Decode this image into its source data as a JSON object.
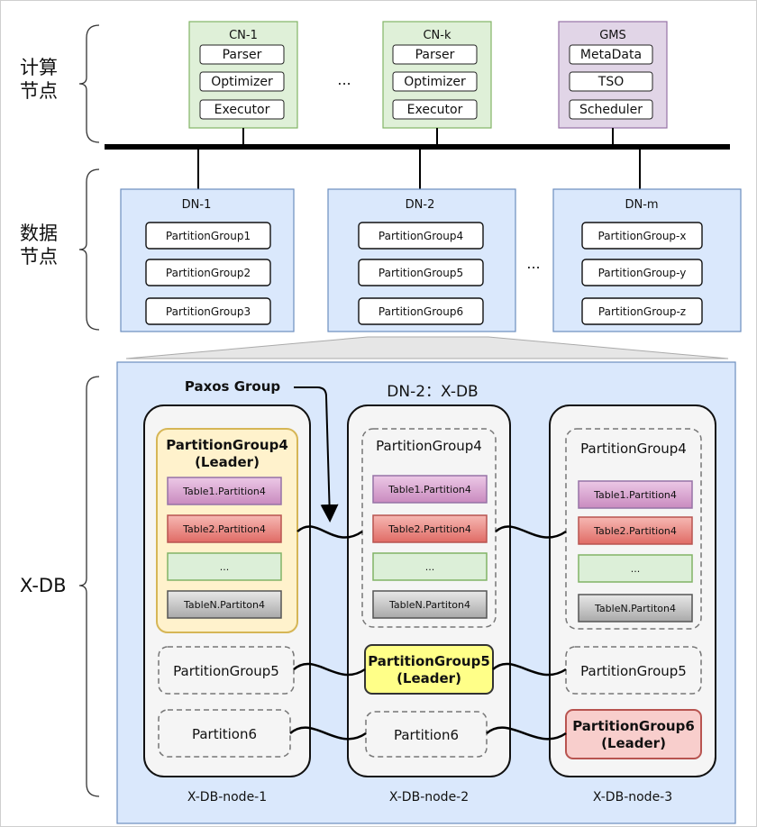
{
  "sections": {
    "compute_label": [
      "计算",
      "节点"
    ],
    "data_label": [
      "数据",
      "节点"
    ],
    "xdb_label": "X-DB"
  },
  "compute_nodes": [
    {
      "name": "CN-1",
      "modules": [
        "Parser",
        "Optimizer",
        "Executor"
      ]
    },
    {
      "name": "CN-k",
      "modules": [
        "Parser",
        "Optimizer",
        "Executor"
      ]
    },
    {
      "name": "GMS",
      "modules": [
        "MetaData",
        "TSO",
        "Scheduler"
      ]
    }
  ],
  "compute_ellipsis": "...",
  "data_nodes": [
    {
      "name": "DN-1",
      "groups": [
        "PartitionGroup1",
        "PartitionGroup2",
        "PartitionGroup3"
      ]
    },
    {
      "name": "DN-2",
      "groups": [
        "PartitionGroup4",
        "PartitionGroup5",
        "PartitionGroup6"
      ]
    },
    {
      "name": "DN-m",
      "groups": [
        "PartitionGroup-x",
        "PartitionGroup-y",
        "PartitionGroup-z"
      ]
    }
  ],
  "data_ellipsis": "...",
  "xdb": {
    "title": "DN-2：X-DB",
    "paxos_label": "Paxos Group",
    "nodes": [
      {
        "name": "X-DB-node-1",
        "pg4": [
          "PartitionGroup4",
          "(Leader)"
        ],
        "tables": [
          "Table1.Partition4",
          "Table2.Partition4",
          "...",
          "TableN.Partiton4"
        ],
        "pg5": [
          "PartitionGroup5"
        ],
        "pg6": [
          "Partition6"
        ]
      },
      {
        "name": "X-DB-node-2",
        "pg4": [
          "PartitionGroup4"
        ],
        "tables": [
          "Table1.Partition4",
          "Table2.Partition4",
          "...",
          "TableN.Partiton4"
        ],
        "pg5": [
          "PartitionGroup5",
          "(Leader)"
        ],
        "pg6": [
          "Partition6"
        ]
      },
      {
        "name": "X-DB-node-3",
        "pg4": [
          "PartitionGroup4"
        ],
        "tables": [
          "Table1.Partition4",
          "Table2.Partition4",
          "...",
          "TableN.Partiton4"
        ],
        "pg5": [
          "PartitionGroup5"
        ],
        "pg6": [
          "PartitionGroup6",
          "(Leader)"
        ]
      }
    ]
  },
  "colors": {
    "cn_fill": "#dff0d8",
    "cn_stroke": "#82b366",
    "gms_fill": "#e1d5e7",
    "gms_stroke": "#9673a6",
    "dn_fill": "#dae8fc",
    "dn_stroke": "#6c8ebf",
    "leader_pg4_fill": "#fff2cc",
    "leader_pg4_stroke": "#d6b656",
    "leader_pg5_fill": "#ffff88",
    "leader_pg6_fill": "#f8cecc",
    "table1_fill": "#d9a3d2",
    "table2_fill": "#e88985",
    "table3_fill": "#dcefd8",
    "tableN_fill": "#c8c8c8"
  }
}
